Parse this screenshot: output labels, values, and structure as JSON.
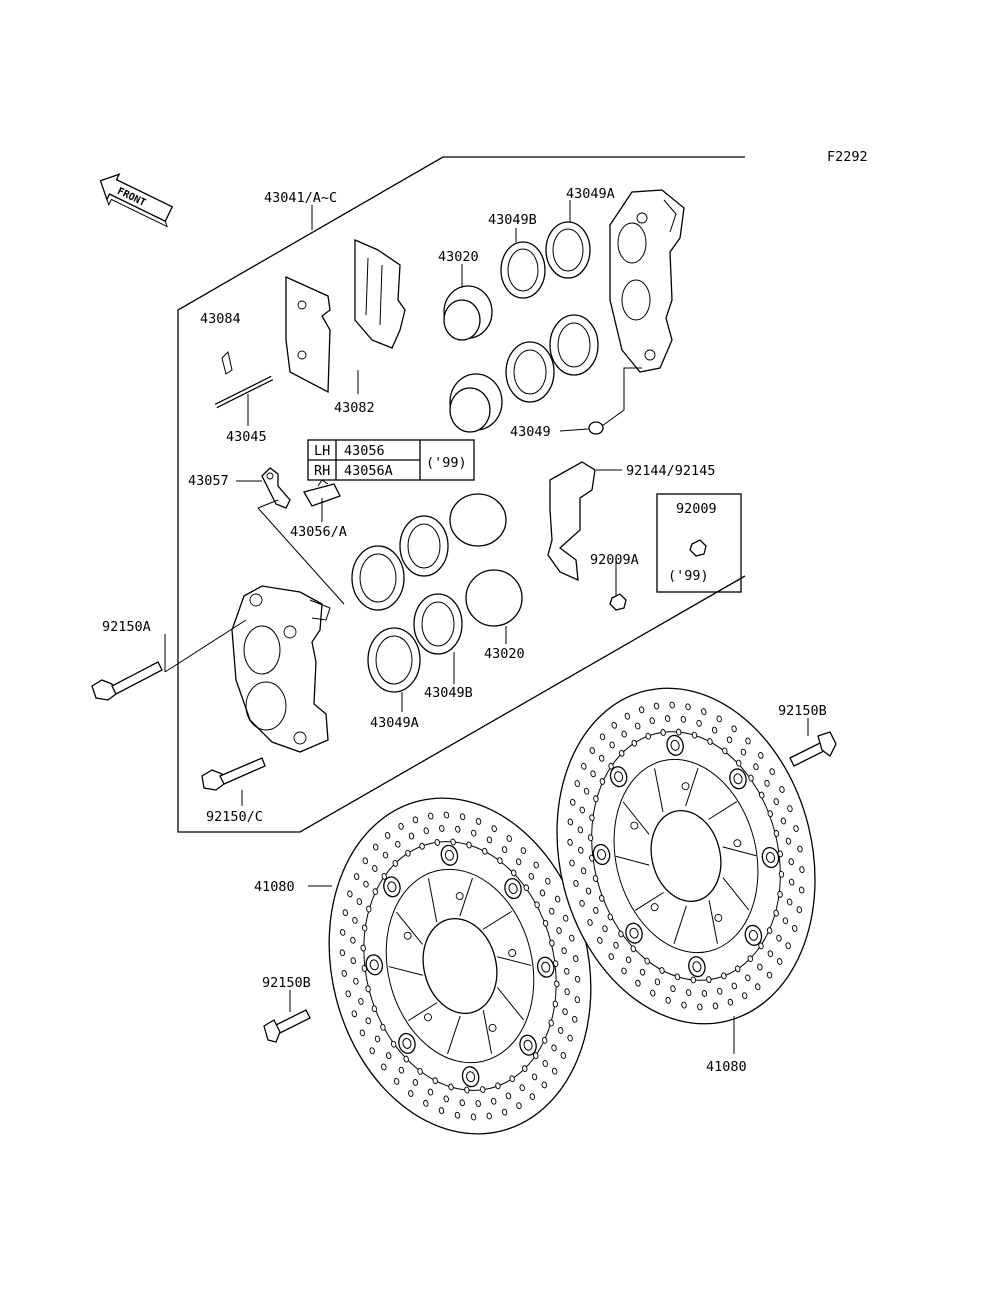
{
  "figure_code": "F2292",
  "front_label": "FRONT",
  "variant_table": {
    "rows": [
      {
        "side": "LH",
        "part": "43056"
      },
      {
        "side": "RH",
        "part": "43056A"
      }
    ],
    "note": "('99)"
  },
  "box_92009": {
    "part": "92009",
    "note": "('99)"
  },
  "callouts": {
    "p43041": "43041/A~C",
    "p43049A_top": "43049A",
    "p43049B_top": "43049B",
    "p43020_top": "43020",
    "p43084": "43084",
    "p43082": "43082",
    "p43045": "43045",
    "p43049": "43049",
    "p43057": "43057",
    "p92144": "92144/92145",
    "p43056A": "43056/A",
    "p92009A": "92009A",
    "p92150A": "92150A",
    "p43020_bottom": "43020",
    "p43049B_bottom": "43049B",
    "p43049A_bottom": "43049A",
    "p92150C": "92150/C",
    "p92150B_right": "92150B",
    "p41080_left": "41080",
    "p92150B_left": "92150B",
    "p41080_right": "41080"
  }
}
